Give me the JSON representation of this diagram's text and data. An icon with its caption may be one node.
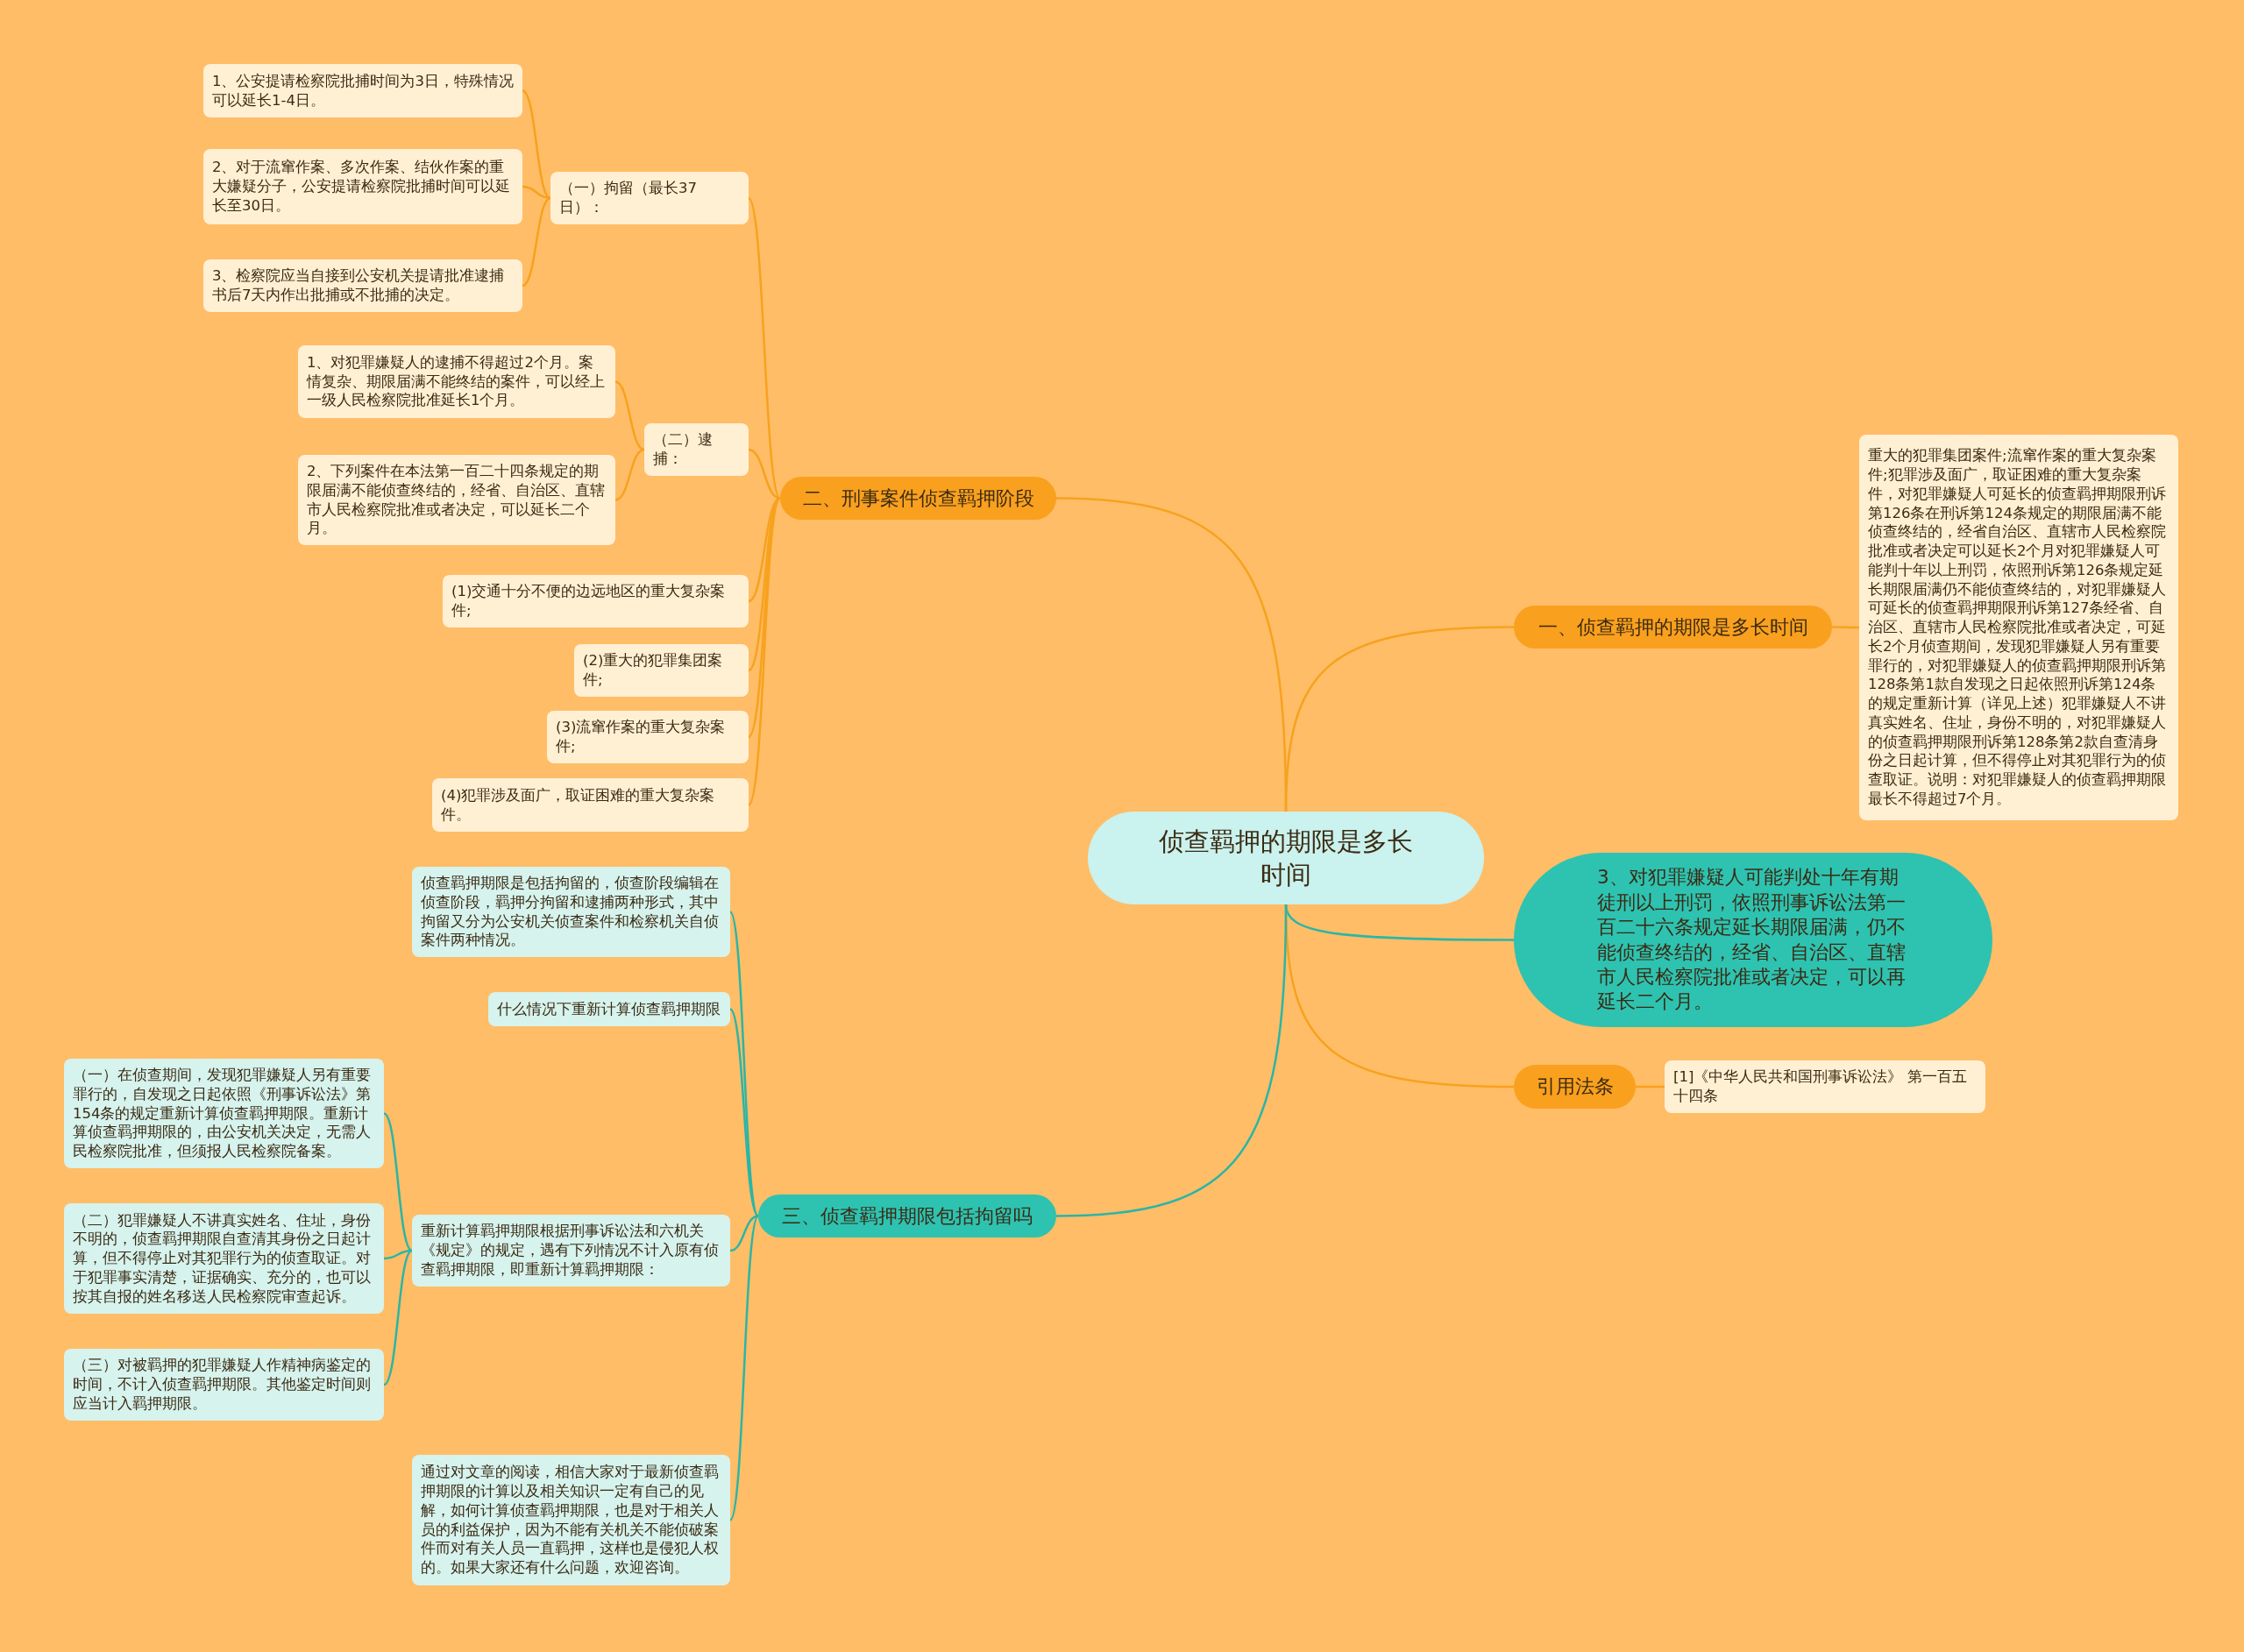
{
  "diagram": {
    "nodes": [
      {
        "text": [
          "侦查羁押的期限是多长时间"
        ]
      },
      {
        "text": [
          "一、侦查羁押的期限是多长时间"
        ]
      },
      {
        "text": [
          "重大的犯罪集团案件;流窜作案的重大复杂案件;犯罪涉及面广，取证困难的重大复杂案件，对犯罪嫌疑人可延长的侦查羁押期限刑诉第126条在刑诉第124条规定的期限届满不能侦查终结的，经省自治区、直辖市人民检察院批准或者决定可以延长2个月对犯罪嫌疑人可能判十年以上刑罚，依照刑诉第126条规定延长期限届满仍不能侦查终结的，对犯罪嫌疑人可延长的侦查羁押期限刑诉第127条经省、自治区、直辖市人民检察院批准或者决定，可延长2个月侦查期间，发现犯罪嫌疑人另有重要罪行的，对犯罪嫌疑人的侦查羁押期限刑诉第128条第1款自发现之日起依照刑诉第124条的规定重新计算（详见上述）犯罪嫌疑人不讲真实姓名、住址，身份不明的，对犯罪嫌疑人的侦查羁押期限刑诉第128条第2款自查清身份之日起计算，但不得停止对其犯罪行为的侦查取证。说明：对犯罪嫌疑人的侦查羁押期限最长不得超过7个月。"
        ]
      },
      {
        "text": [
          "3、对犯罪嫌疑人可能判处十年有期徒刑以上刑罚，依照刑事诉讼法第一百二十六条规定延长期限届满，仍不能侦查终结的，经省、自治区、直辖市人民检察院批准或者决定，可以再延长二个月。"
        ]
      },
      {
        "text": [
          "引用法条"
        ]
      },
      {
        "text": [
          "[1]《中华人民共和国刑事诉讼法》 第一百五十四条"
        ]
      },
      {
        "text": [
          "二、刑事案件侦查羁押阶段"
        ]
      },
      {
        "text": [
          "（一）拘留（最长37日）："
        ]
      },
      {
        "text": [
          "1、公安提请检察院批捕时间为3日，特殊情况可以延长1-4日。"
        ]
      },
      {
        "text": [
          "2、对于流窜作案、多次作案、结伙作案的重大嫌疑分子，公安提请检察院批捕时间可以延长至30日。"
        ]
      },
      {
        "text": [
          "3、检察院应当自接到公安机关提请批准逮捕书后7天内作出批捕或不批捕的决定。"
        ]
      },
      {
        "text": [
          "（二）逮捕："
        ]
      },
      {
        "text": [
          "1、对犯罪嫌疑人的逮捕不得超过2个月。案情复杂、期限届满不能终结的案件，可以经上一级人民检察院批准延长1个月。"
        ]
      },
      {
        "text": [
          "2、下列案件在本法第一百二十四条规定的期限届满不能侦查终结的，经省、自治区、直辖市人民检察院批准或者决定，可以延长二个月。"
        ]
      },
      {
        "text": [
          "(1)交通十分不便的边远地区的重大复杂案件;"
        ]
      },
      {
        "text": [
          "(2)重大的犯罪集团案件;"
        ]
      },
      {
        "text": [
          "(3)流窜作案的重大复杂案件;"
        ]
      },
      {
        "text": [
          "(4)犯罪涉及面广，取证困难的重大复杂案件。"
        ]
      },
      {
        "text": [
          "三、侦查羁押期限包括拘留吗"
        ]
      },
      {
        "text": [
          "侦查羁押期限是包括拘留的，侦查阶段编辑在侦查阶段，羁押分拘留和逮捕两种形式，其中拘留又分为公安机关侦查案件和检察机关自侦案件两种情况。"
        ]
      },
      {
        "text": [
          "什么情况下重新计算侦查羁押期限"
        ]
      },
      {
        "text": [
          "重新计算羁押期限根据刑事诉讼法和六机关《规定》的规定，遇有下列情况不计入原有侦查羁押期限，即重新计算羁押期限："
        ]
      },
      {
        "text": [
          "（一）在侦查期间，发现犯罪嫌疑人另有重要罪行的，自发现之日起依照《刑事诉讼法》第154条的规定重新计算侦查羁押期限。重新计算侦查羁押期限的，由公安机关决定，无需人民检察院批准，但须报人民检察院备案。"
        ]
      },
      {
        "text": [
          "（二）犯罪嫌疑人不讲真实姓名、住址，身份不明的，侦查羁押期限自查清其身份之日起计算，但不得停止对其犯罪行为的侦查取证。对于犯罪事实清楚，证据确实、充分的，也可以按其自报的姓名移送人民检察院审查起诉。"
        ]
      },
      {
        "text": [
          "（三）对被羁押的犯罪嫌疑人作精神病鉴定的时间，不计入侦查羁押期限。其他鉴定时间则应当计入羁押期限。"
        ]
      },
      {
        "text": [
          "通过对文章的阅读，相信大家对于最新侦查羁押期限的计算以及相关知识一定有自己的见解，如何计算侦查羁押期限，也是对于相关人员的利益保护，因为不能有关机关不能侦破案件而对有关人员一直羁押，这样也是侵犯人权的。如果大家还有什么问题，欢迎咨询。"
        ]
      }
    ],
    "edges": [
      {
        "from": 0,
        "to": 1,
        "arrow": "none"
      },
      {
        "from": 1,
        "to": 2,
        "arrow": "none"
      },
      {
        "from": 0,
        "to": 3,
        "arrow": "none",
        "color": "#2bb5a6"
      },
      {
        "from": 0,
        "to": 4,
        "arrow": "none"
      },
      {
        "from": 4,
        "to": 5,
        "arrow": "none"
      },
      {
        "from": 0,
        "to": 6,
        "arrow": "none"
      },
      {
        "from": 6,
        "to": 7,
        "arrow": "none"
      },
      {
        "from": 7,
        "to": 8,
        "arrow": "none"
      },
      {
        "from": 7,
        "to": 9,
        "arrow": "none"
      },
      {
        "from": 7,
        "to": 10,
        "arrow": "none"
      },
      {
        "from": 6,
        "to": 11,
        "arrow": "none"
      },
      {
        "from": 11,
        "to": 12,
        "arrow": "none"
      },
      {
        "from": 11,
        "to": 13,
        "arrow": "none"
      },
      {
        "from": 6,
        "to": 14,
        "arrow": "none"
      },
      {
        "from": 6,
        "to": 15,
        "arrow": "none"
      },
      {
        "from": 6,
        "to": 16,
        "arrow": "none"
      },
      {
        "from": 6,
        "to": 17,
        "arrow": "none"
      },
      {
        "from": 0,
        "to": 18,
        "arrow": "none",
        "color": "#2bb5a6"
      },
      {
        "from": 18,
        "to": 19,
        "arrow": "none",
        "color": "#2bb5a6"
      },
      {
        "from": 18,
        "to": 20,
        "arrow": "none",
        "color": "#2bb5a6"
      },
      {
        "from": 18,
        "to": 21,
        "arrow": "none",
        "color": "#2bb5a6"
      },
      {
        "from": 21,
        "to": 22,
        "arrow": "none",
        "color": "#2bb5a6"
      },
      {
        "from": 21,
        "to": 23,
        "arrow": "none",
        "color": "#2bb5a6"
      },
      {
        "from": 21,
        "to": 24,
        "arrow": "none",
        "color": "#2bb5a6"
      },
      {
        "from": 18,
        "to": 25,
        "arrow": "none",
        "color": "#2bb5a6"
      }
    ]
  }
}
